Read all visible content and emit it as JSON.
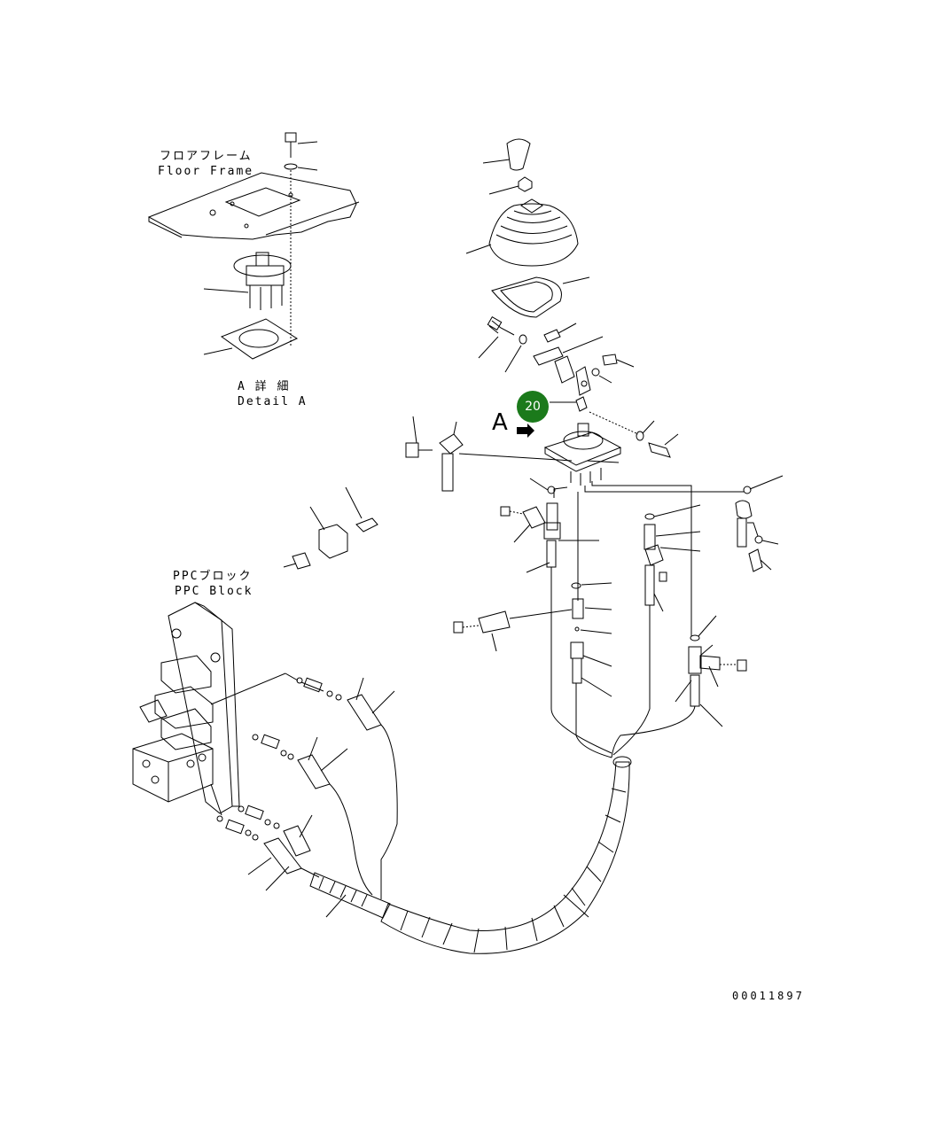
{
  "labels": {
    "floor_frame_jp": "フロアフレーム",
    "floor_frame_en": "Floor Frame",
    "detail_a_jp": "A 詳 細",
    "detail_a_en": "Detail A",
    "ppc_block_jp": "PPCブロック",
    "ppc_block_en": "PPC Block",
    "view_a": "A",
    "callout_number": "20",
    "document_number": "00011897"
  },
  "colors": {
    "line": "#000000",
    "callout": "#1b7a1b",
    "background": "#ffffff"
  }
}
